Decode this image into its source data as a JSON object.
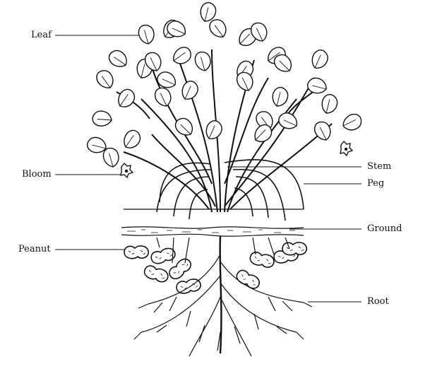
{
  "labels": {
    "leaf": "Leaf",
    "bloom": "Bloom",
    "peanut": "Peanut",
    "stem": "Stem",
    "peg": "Peg",
    "ground": "Ground",
    "root": "Root"
  },
  "colors": {
    "ink": "#111111",
    "background": "#ffffff"
  }
}
